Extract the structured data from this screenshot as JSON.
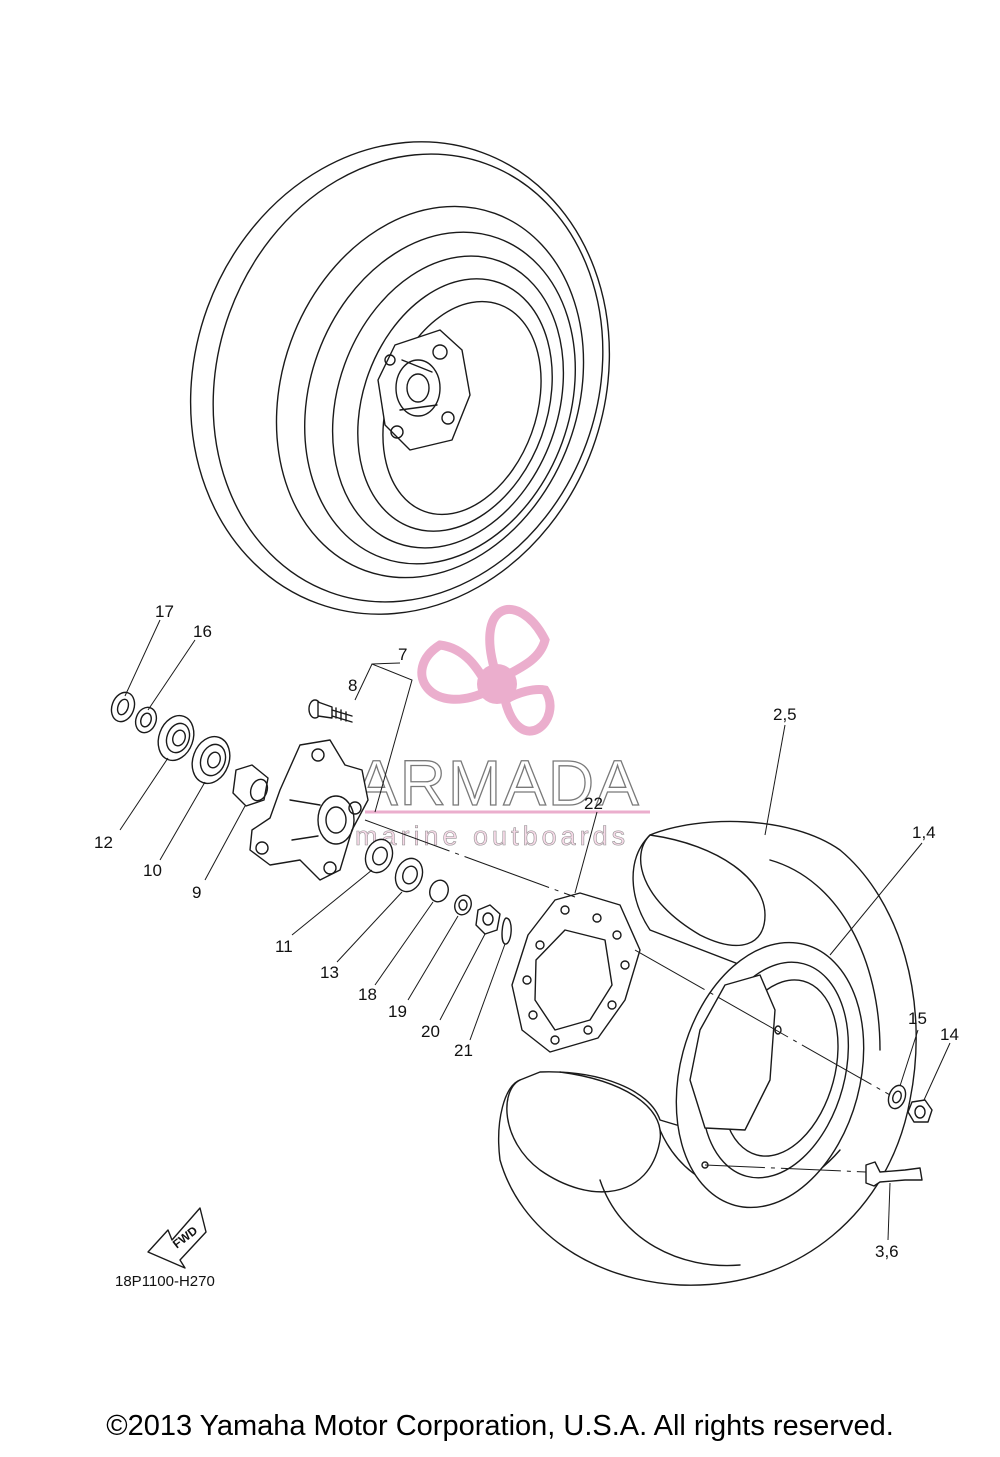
{
  "diagram": {
    "callouts": [
      "17",
      "16",
      "12",
      "10",
      "9",
      "7",
      "8",
      "11",
      "13",
      "18",
      "19",
      "20",
      "21",
      "22",
      "2,5",
      "1,4",
      "15",
      "14",
      "3,6"
    ],
    "direction_badge": "FWD",
    "drawing_code": "18P1100-H270"
  },
  "watermark": {
    "brand": "ARMADA",
    "tagline": "marine outboards",
    "accent_color": "#e9a6c8"
  },
  "footer": {
    "copyright": "©2013 Yamaha Motor Corporation, U.S.A. All rights reserved."
  }
}
